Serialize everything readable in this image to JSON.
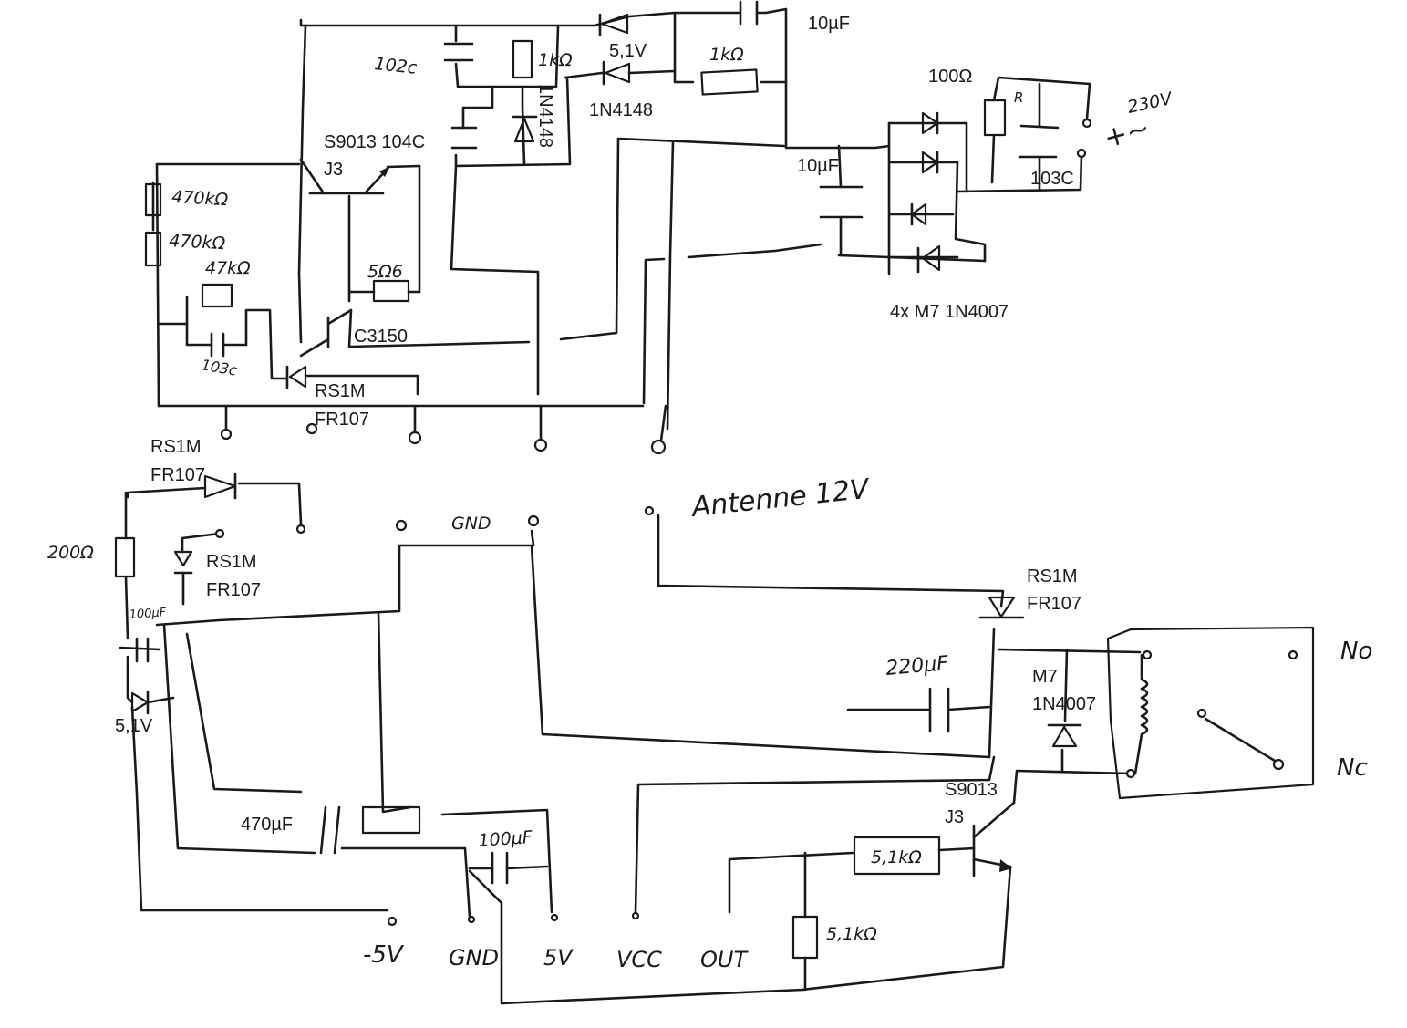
{
  "labels": {
    "c_10uf_top": "10µF",
    "c_102c": "102c",
    "r_1k_a": "1kΩ",
    "z_5v1_top": "5,1V",
    "r_1k_b": "1kΩ",
    "d_1n4148_vert": "1N4148",
    "d_1n4148": "1N4148",
    "r_100": "100Ω",
    "r_r": "R",
    "mains_230v": "230V",
    "mains_sym": "+~",
    "q1_type": "S9013  104C",
    "q1_code": "J3",
    "c_10uf_mid": "10µF",
    "c_103c_right": "103C",
    "r_470k_a": "470kΩ",
    "r_470k_b": "470kΩ",
    "r_47k": "47kΩ",
    "r_5r6": "5Ω6",
    "c_103c_left": "103c",
    "q2_type": "C3150",
    "bridge": "4x M7 1N4007",
    "d_rs1m_a1": "RS1M",
    "d_rs1m_a2": "FR107",
    "d_rs1m_b1": "RS1M",
    "d_rs1m_b2": "FR107",
    "d_rs1m_c1": "RS1M",
    "d_rs1m_c2": "FR107",
    "d_rs1m_d1": "RS1M",
    "d_rs1m_d2": "FR107",
    "r_200": "200Ω",
    "c_100uf_left": "100µF",
    "z_5v1_left": "5,1V",
    "gnd_top": "GND",
    "antenna": "Antenne 12V",
    "c_220uf": "220µF",
    "d_m7_1": "M7",
    "d_m7_2": "1N4007",
    "relay_no": "No",
    "relay_nc": "Nc",
    "q3_type": "S9013",
    "q3_code": "J3",
    "r_5k1_a": "5,1kΩ",
    "r_5k1_b": "5,1kΩ",
    "c_470uf": "470µF",
    "c_100uf_bottom": "100µF",
    "pin_m5v": "-5V",
    "pin_gnd": "GND",
    "pin_5v": "5V",
    "pin_vcc": "VCC",
    "pin_out": "OUT"
  }
}
